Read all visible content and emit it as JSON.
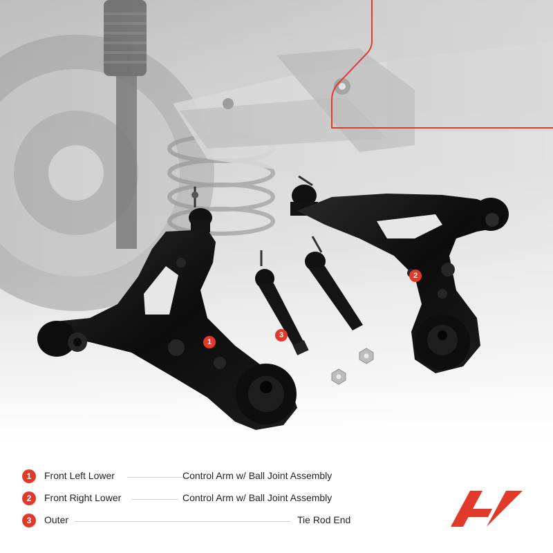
{
  "legend": [
    {
      "number": "1",
      "left": "Front Left Lower",
      "right": "Control Arm w/ Ball Joint Assembly"
    },
    {
      "number": "2",
      "left": "Front Right Lower",
      "right": "Control Arm w/ Ball Joint Assembly"
    },
    {
      "number": "3",
      "left": "Outer",
      "right": "Tie Rod End"
    }
  ],
  "callouts": [
    "1",
    "2",
    "3"
  ],
  "colors": {
    "accent": "#e23a2a",
    "part": "#111111",
    "background": "#ffffff"
  },
  "logo": {
    "icon": "a-premium-logo-icon"
  }
}
